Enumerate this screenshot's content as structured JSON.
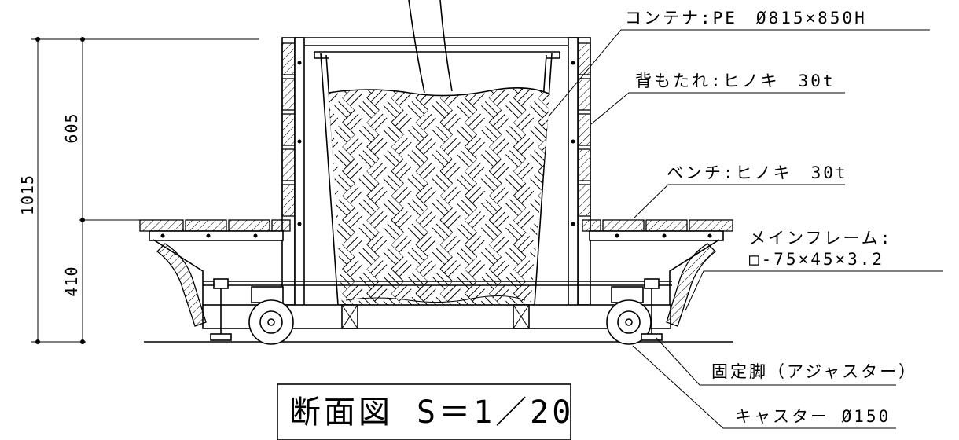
{
  "labels": {
    "container": "コンテナ:PE　Ø815×850H",
    "backrest": "背もたれ:ヒノキ　30t",
    "bench": "ベンチ:ヒノキ　30t",
    "mainframe_line1": "メインフレーム:",
    "mainframe_line2": "□-75×45×3.2",
    "adjuster": "固定脚（アジャスター）",
    "caster": "キャスター Ø150"
  },
  "dimensions": {
    "total": "1015",
    "upper": "605",
    "lower": "410"
  },
  "title_box": {
    "title": "断面図",
    "scale": "S＝1／20"
  },
  "colors": {
    "line": "#000000",
    "background": "#ffffff"
  }
}
